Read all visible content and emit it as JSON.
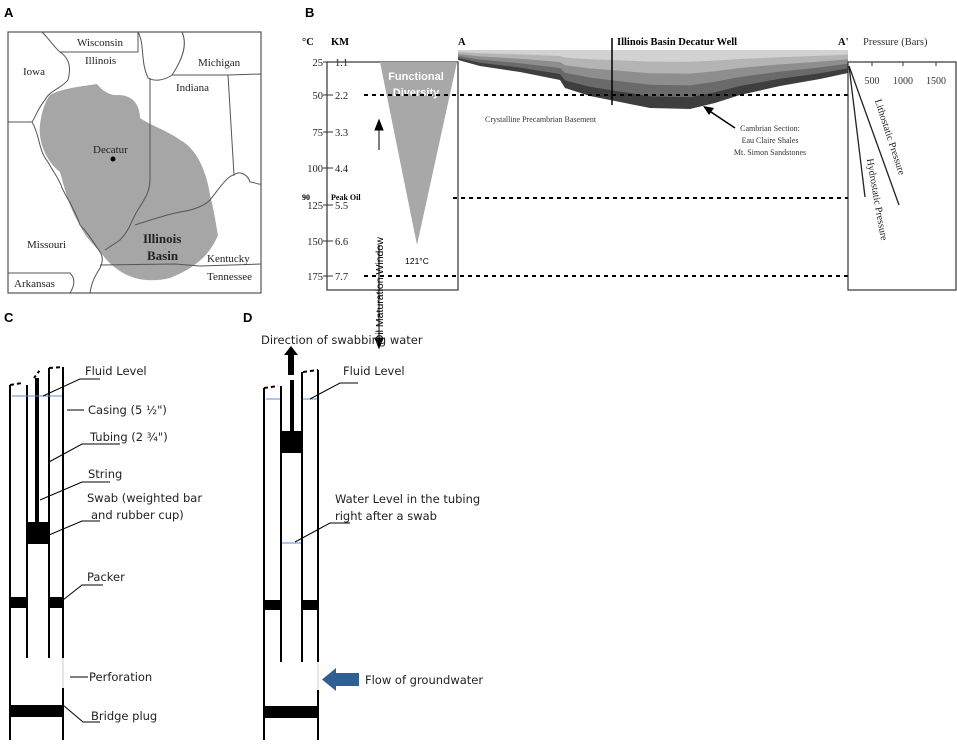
{
  "panels": {
    "a": "A",
    "b": "B",
    "c": "C",
    "d": "D"
  },
  "map": {
    "states": {
      "wisconsin": "Wisconsin",
      "illinois": "Illinois",
      "iowa": "Iowa",
      "michigan": "Michigan",
      "indiana": "Indiana",
      "missouri": "Missouri",
      "kentucky": "Kentucky",
      "tennessee": "Tennessee",
      "arkansas": "Arkansas"
    },
    "city": "Decatur",
    "basin_line1": "Illinois",
    "basin_line2": "Basin",
    "colors": {
      "basin": "#a6a6a6"
    }
  },
  "section": {
    "temp_header": "°C",
    "km_header": "KM",
    "rows": [
      {
        "temp": "25",
        "km": "1.1"
      },
      {
        "temp": "50",
        "km": "2.2"
      },
      {
        "temp": "75",
        "km": "3.3"
      },
      {
        "temp": "100",
        "km": "4.4"
      },
      {
        "temp": "125",
        "km": "5.5"
      },
      {
        "temp": "150",
        "km": "6.6"
      },
      {
        "temp": "175",
        "km": "7.7"
      }
    ],
    "peak_oil_temp": "90",
    "peak_oil_label": "Peak Oil",
    "functional_line1": "Functional",
    "functional_line2": "Diversity",
    "apex_temp": "121°C",
    "oil_window": "Oil Maturation Window",
    "a_label": "A",
    "a_prime_label": "A'",
    "well_label": "Illinois Basin Decatur Well",
    "basement_label": "Crystalline Precambrian Basement",
    "cambrian_line1": "Cambrian Section:",
    "cambrian_line2": "Eau Claire Shales",
    "cambrian_line3": "Mt. Simon Sandstones",
    "pressure_title": "Pressure (Bars)",
    "pressure_ticks": [
      "500",
      "1000",
      "1500"
    ],
    "lithostatic": "Lithostatic Pressure",
    "hydrostatic": "Hydrostatic Pressure",
    "layer_colors": [
      "#d2d2d2",
      "#b4b4b4",
      "#8e8e8e",
      "#6a6a6a",
      "#3e3e3e"
    ]
  },
  "well_c": {
    "fluid_level": "Fluid Level",
    "casing": "Casing (5 ½\")",
    "tubing": "Tubing (2 ¾\")",
    "string": "String",
    "swab1": "Swab (weighted bar",
    "swab2": "and rubber cup)",
    "packer": "Packer",
    "perforation": "Perforation",
    "bridge_plug": "Bridge plug"
  },
  "well_d": {
    "direction": "Direction of swabbing water",
    "fluid_level": "Fluid Level",
    "water_level1": "Water Level in the tubing",
    "water_level2": "right after a swab",
    "flow": "Flow of groundwater",
    "colors": {
      "water_line": "#5b8ed0",
      "flow_arrow": "#2f5f93"
    }
  }
}
